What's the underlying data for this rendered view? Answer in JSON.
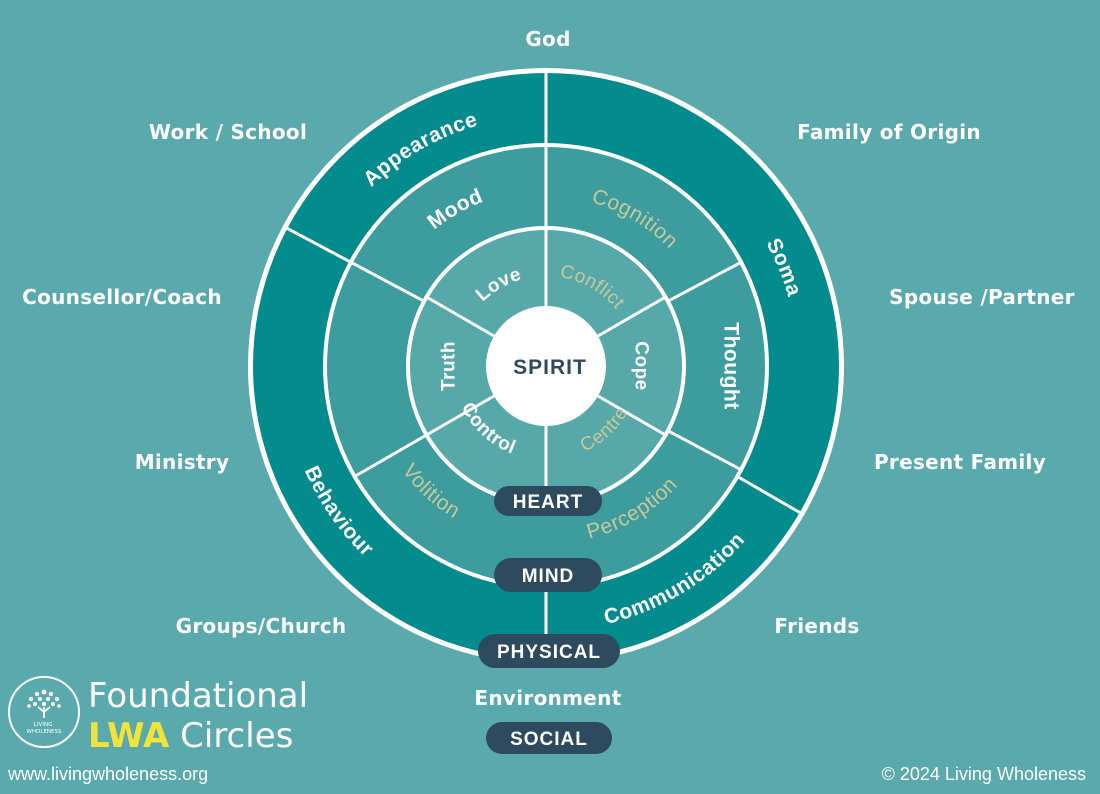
{
  "center": "SPIRIT",
  "inner_ring": {
    "labels": [
      "Love",
      "Conflict",
      "Cope",
      "Centre",
      "Control",
      "Truth"
    ]
  },
  "middle_ring": {
    "labels": [
      "Cognition",
      "Thought",
      "Perception",
      "Volition",
      "Mood"
    ]
  },
  "outer_ring": {
    "labels": [
      "Soma",
      "Communication",
      "Behaviour",
      "Appearance"
    ]
  },
  "levels": [
    "HEART",
    "MIND",
    "PHYSICAL",
    "SOCIAL"
  ],
  "social_spheres": {
    "top": "God",
    "right": [
      "Family of Origin",
      "Spouse /Partner",
      "Present Family",
      "Friends"
    ],
    "left": [
      "Work / School",
      "Counsellor/Coach",
      "Ministry",
      "Groups/Church"
    ],
    "bottom": "Environment"
  },
  "logo": {
    "mark_text": "LIVING WHOLENESS",
    "title_line1": "Foundational",
    "title_accent": "LWA",
    "title_rest": "Circles"
  },
  "footer": {
    "url": "www.livingwholeness.org",
    "copyright": "© 2024 Living Wholeness"
  },
  "colors": {
    "background": "#5aa9ac",
    "outer_ring": "#048b8e",
    "middle_ring": "#3c9c9e",
    "inner_ring": "#57a8a9",
    "pill": "#2e4a5e",
    "dim_label": "#c8c898",
    "accent_yellow": "#f2e33a"
  }
}
